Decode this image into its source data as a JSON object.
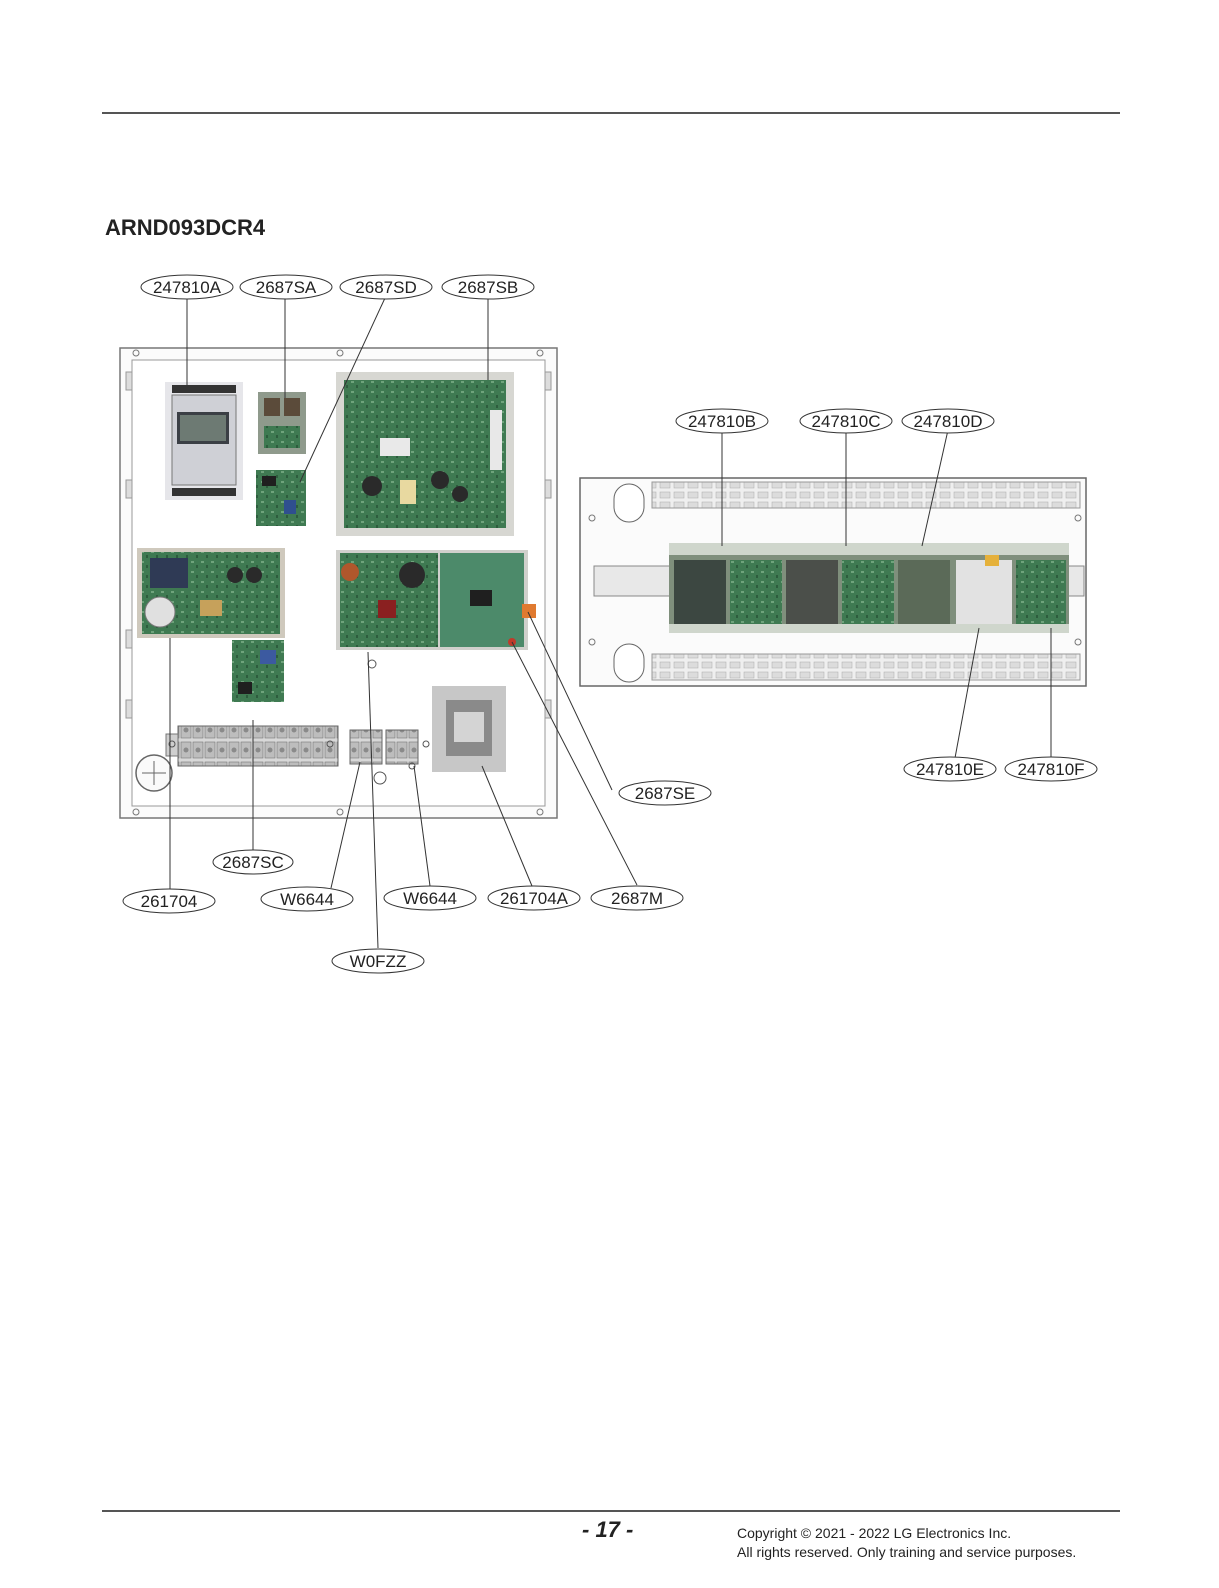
{
  "model": "ARND093DCR4",
  "callouts": {
    "c_247810A": "247810A",
    "c_2687SA": "2687SA",
    "c_2687SD": "2687SD",
    "c_2687SB": "2687SB",
    "c_247810B": "247810B",
    "c_247810C": "247810C",
    "c_247810D": "247810D",
    "c_247810E": "247810E",
    "c_247810F": "247810F",
    "c_2687SE": "2687SE",
    "c_2687SC": "2687SC",
    "c_261704": "261704",
    "c_W6644_1": "W6644",
    "c_W6644_2": "W6644",
    "c_261704A": "261704A",
    "c_2687M": "2687M",
    "c_W0FZZ": "W0FZZ"
  },
  "footer": {
    "page_number": "- 17 -",
    "copyright_line1": "Copyright © 2021 - 2022 LG Electronics Inc.",
    "copyright_line2": "All rights reserved. Only training and service purposes."
  }
}
